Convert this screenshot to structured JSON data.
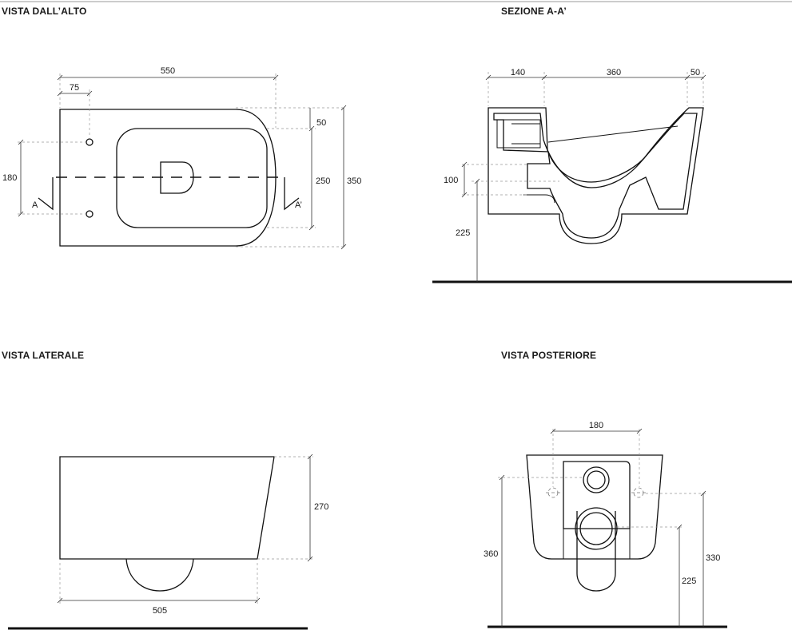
{
  "views": {
    "top": {
      "title": "VISTA DALL’ALTO"
    },
    "section": {
      "title": "SEZIONE A-A’"
    },
    "side": {
      "title": "VISTA LATERALE"
    },
    "rear": {
      "title": "VISTA POSTERIORE"
    }
  },
  "top_view": {
    "dim_length": "550",
    "dim_offset": "75",
    "dim_front": "50",
    "dim_inner": "250",
    "dim_width": "350",
    "dim_fixing": "180",
    "section_a": "A",
    "section_a_prime": "A’"
  },
  "section_view": {
    "dim_rear": "140",
    "dim_mid": "360",
    "dim_front": "50",
    "dim_outlet": "100",
    "dim_height": "225"
  },
  "side_view": {
    "dim_height": "270",
    "dim_length": "505"
  },
  "rear_view": {
    "dim_fixing": "180",
    "dim_total": "360",
    "dim_top": "330",
    "dim_outlet": "225"
  }
}
